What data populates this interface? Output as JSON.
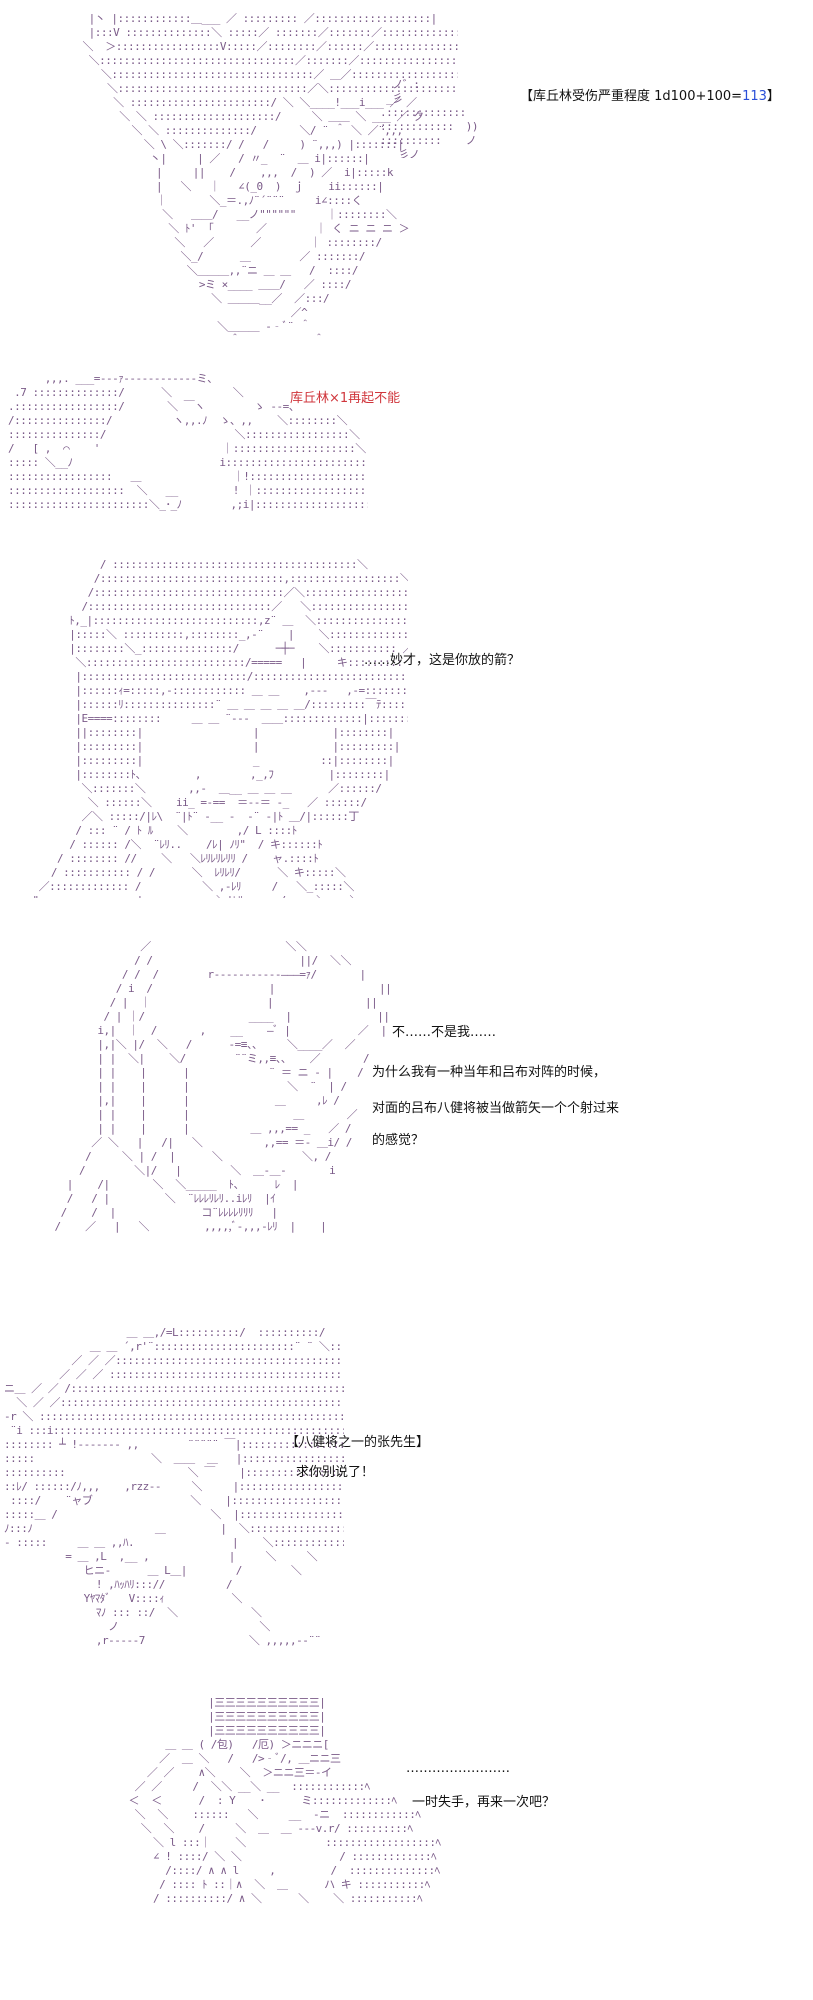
{
  "panels": [
    {
      "id": "p1",
      "texts": [
        {
          "parts": [
            {
              "text": "【库丘林受伤严重程度 1d100+100=",
              "color": "#111111"
            },
            {
              "text": "113",
              "color": "#2a4fd8"
            },
            {
              "text": "】",
              "color": "#111111"
            }
          ]
        }
      ]
    },
    {
      "id": "p2",
      "texts": [
        {
          "parts": [
            {
              "text": "库丘林×1再起不能",
              "color": "#d0363c"
            }
          ]
        }
      ]
    },
    {
      "id": "p3",
      "texts": [
        {
          "parts": [
            {
              "text": "……妙才，这是你放的箭？",
              "color": "#111111"
            }
          ]
        }
      ]
    },
    {
      "id": "p4",
      "texts": [
        {
          "parts": [
            {
              "text": "不……不是我……",
              "color": "#111111"
            }
          ]
        },
        {
          "parts": [
            {
              "text": "为什么我有一种当年和吕布对阵的时候，",
              "color": "#111111"
            }
          ]
        },
        {
          "parts": [
            {
              "text": "对面的吕布八健将被当做箭矢一个个射过来",
              "color": "#111111"
            }
          ]
        },
        {
          "parts": [
            {
              "text": "的感觉？",
              "color": "#111111"
            }
          ]
        }
      ]
    },
    {
      "id": "p5",
      "texts": [
        {
          "parts": [
            {
              "text": "【八健将之一的张先生】",
              "color": "#111111"
            }
          ]
        },
        {
          "parts": [
            {
              "text": "求你别说了！",
              "color": "#111111"
            }
          ]
        }
      ]
    },
    {
      "id": "p6",
      "texts": [
        {
          "parts": [
            {
              "text": "……………………",
              "color": "#111111"
            }
          ]
        },
        {
          "parts": [
            {
              "text": "一时失手，再来一次吧？",
              "color": "#111111"
            }
          ]
        }
      ]
    }
  ]
}
